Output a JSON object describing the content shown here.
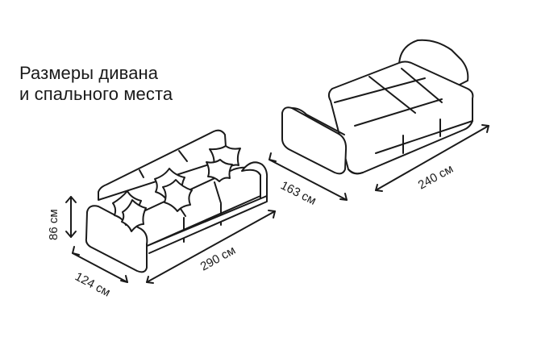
{
  "title": {
    "line1": "Размеры дивана",
    "line2": "и спального места"
  },
  "dimensions": {
    "height": "86 см",
    "depth": "124 см",
    "width": "290 см",
    "bed_depth": "163 см",
    "bed_width": "240 см"
  },
  "colors": {
    "line": "#1a1a1a",
    "background": "#ffffff"
  }
}
